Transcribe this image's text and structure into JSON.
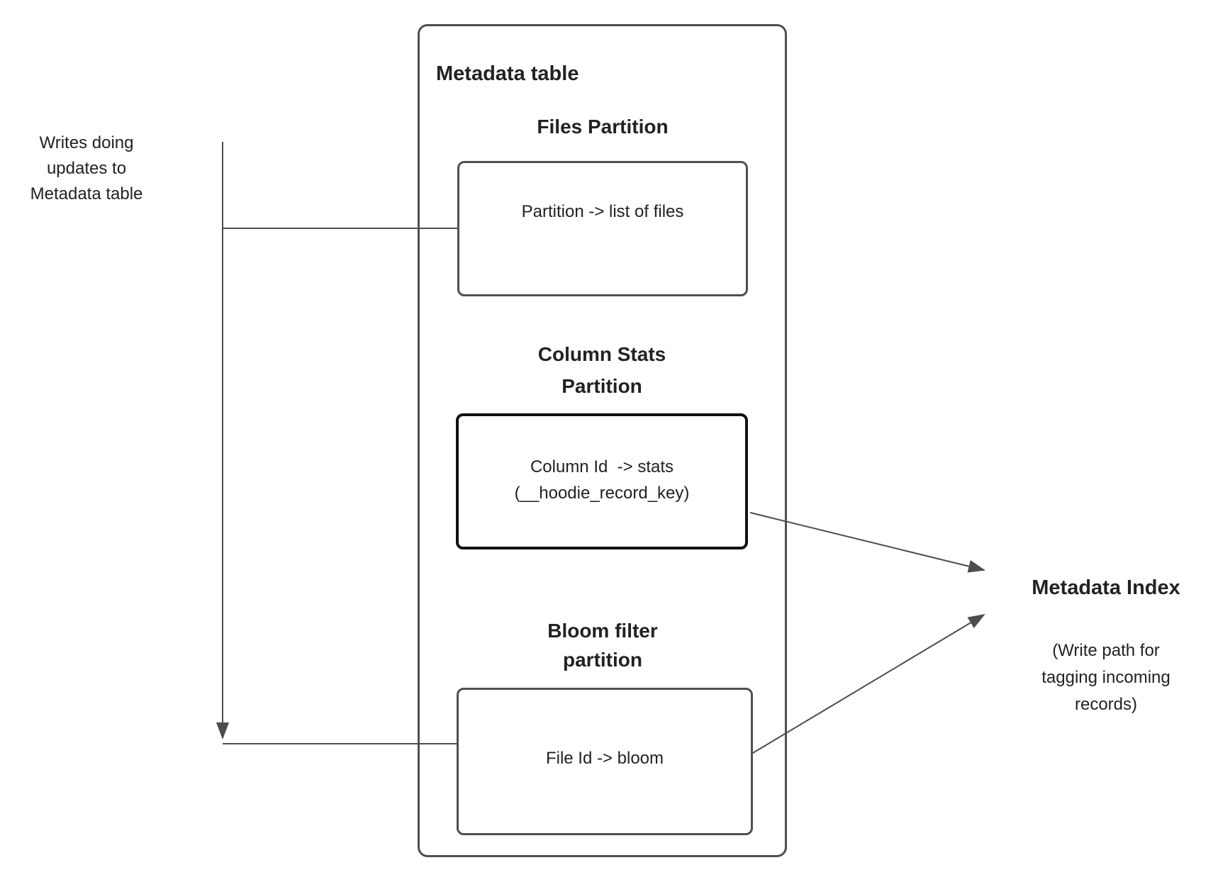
{
  "colors": {
    "line": "#4d4d4d",
    "box-border": "#4f4f4f",
    "emphasis-border": "#111111",
    "text": "#222222",
    "bg": "#ffffff"
  },
  "left_note": {
    "text": "Writes doing\nupdates to\nMetadata table"
  },
  "metadata_table": {
    "title": "Metadata table",
    "partitions": [
      {
        "heading": "Files Partition",
        "body": "Partition -> list of files"
      },
      {
        "heading": "Column Stats\nPartition",
        "body": "Column Id  -> stats\n(__hoodie_record_key)"
      },
      {
        "heading": "Bloom filter\npartition",
        "body": "File Id -> bloom"
      }
    ]
  },
  "metadata_index": {
    "title": "Metadata Index",
    "subtitle": "(Write path for\ntagging incoming\nrecords)"
  }
}
